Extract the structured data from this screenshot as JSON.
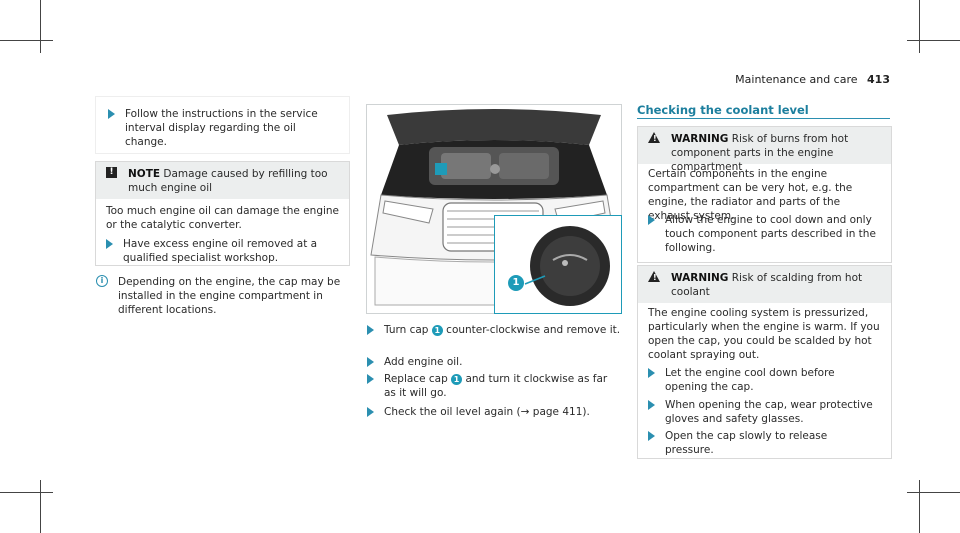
{
  "header": {
    "section": "Maintenance and care",
    "page_number": "413"
  },
  "left_column": {
    "step1": "Follow the instructions in the service interval display regarding the oil change.",
    "note": {
      "label": "NOTE",
      "title": "Damage caused by refilling too much engine oil",
      "body": "Too much engine oil can damage the engine or the catalytic converter.",
      "step": "Have excess engine oil removed at a qualified specialist workshop."
    },
    "info": "Depending on the engine, the cap may be installed in the engine compartment in different locations."
  },
  "middle_column": {
    "callout_number": "1",
    "step_turn_a": "Turn cap",
    "step_turn_b": "counter-clockwise and remove it.",
    "step_add": "Add engine oil.",
    "step_replace_a": "Replace cap",
    "step_replace_b": "and turn it clockwise as far as it will go.",
    "step_check": "Check the oil level again (→ page 411)."
  },
  "right_column": {
    "heading": "Checking the coolant level",
    "warning1": {
      "label": "WARNING",
      "title": "Risk of burns from hot component parts in the engine compartment",
      "body": "Certain components in the engine compartment can be very hot, e.g. the engine, the radiator and parts of the exhaust system.",
      "step": "Allow the engine to cool down and only touch component parts described in the following."
    },
    "warning2": {
      "label": "WARNING",
      "title": "Risk of scalding from hot coolant",
      "body": "The engine cooling system is pressurized, particularly when the engine is warm. If you open the cap, you could be scalded by hot coolant spraying out.",
      "step1": "Let the engine cool down before opening the cap.",
      "step2": "When opening the cap, wear protective gloves and safety glasses.",
      "step3": "Open the cap slowly to release pressure."
    }
  },
  "colors": {
    "accent": "#2b8fb0",
    "callout": "#1e9bb8",
    "box_header": "#eceeee"
  }
}
